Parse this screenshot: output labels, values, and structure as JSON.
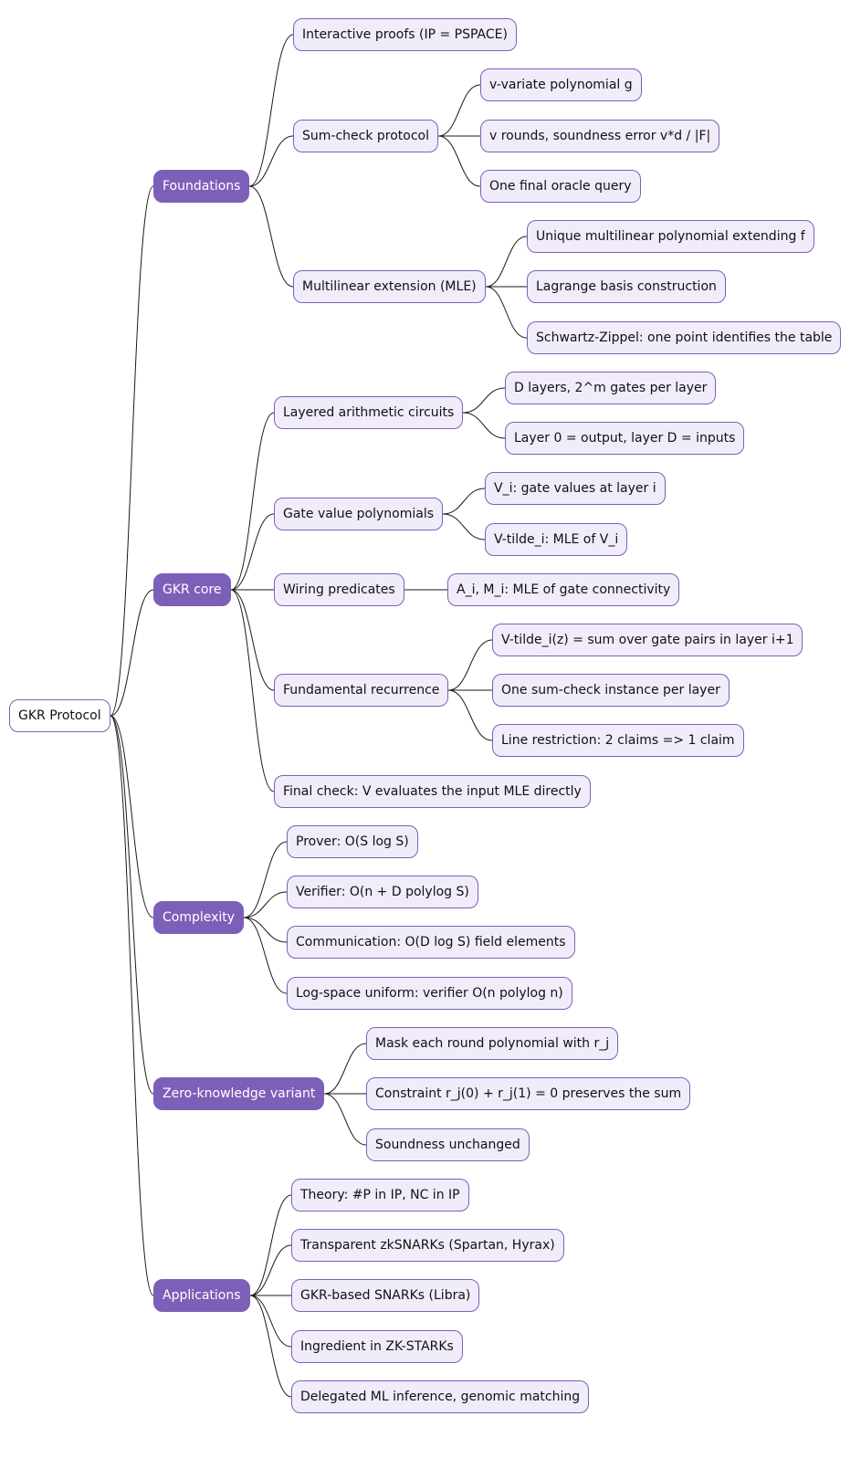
{
  "root": {
    "label": "GKR Protocol"
  },
  "branches": [
    {
      "label": "Foundations",
      "children": [
        {
          "label": "Interactive proofs (IP = PSPACE)",
          "children": []
        },
        {
          "label": "Sum-check protocol",
          "children": [
            {
              "label": "v-variate polynomial g"
            },
            {
              "label": "v rounds, soundness error v*d / |F|"
            },
            {
              "label": "One final oracle query"
            }
          ]
        },
        {
          "label": "Multilinear extension (MLE)",
          "children": [
            {
              "label": "Unique multilinear polynomial extending f"
            },
            {
              "label": "Lagrange basis construction"
            },
            {
              "label": "Schwartz-Zippel: one point identifies the table"
            }
          ]
        }
      ]
    },
    {
      "label": "GKR core",
      "children": [
        {
          "label": "Layered arithmetic circuits",
          "children": [
            {
              "label": "D layers, 2^m gates per layer"
            },
            {
              "label": "Layer 0 = output, layer D = inputs"
            }
          ]
        },
        {
          "label": "Gate value polynomials",
          "children": [
            {
              "label": "V_i: gate values at layer i"
            },
            {
              "label": "V-tilde_i: MLE of V_i"
            }
          ]
        },
        {
          "label": "Wiring predicates",
          "children": [
            {
              "label": "A_i, M_i: MLE of gate connectivity"
            }
          ]
        },
        {
          "label": "Fundamental recurrence",
          "children": [
            {
              "label": "V-tilde_i(z) = sum over gate pairs in layer i+1"
            },
            {
              "label": "One sum-check instance per layer"
            },
            {
              "label": "Line restriction: 2 claims => 1 claim"
            }
          ]
        },
        {
          "label": "Final check: V evaluates the input MLE directly",
          "children": []
        }
      ]
    },
    {
      "label": "Complexity",
      "children": [
        {
          "label": "Prover: O(S log S)",
          "children": []
        },
        {
          "label": "Verifier: O(n + D polylog S)",
          "children": []
        },
        {
          "label": "Communication: O(D log S) field elements",
          "children": []
        },
        {
          "label": "Log-space uniform: verifier O(n polylog n)",
          "children": []
        }
      ]
    },
    {
      "label": "Zero-knowledge variant",
      "children": [
        {
          "label": "Mask each round polynomial with r_j",
          "children": []
        },
        {
          "label": "Constraint r_j(0) + r_j(1) = 0 preserves the sum",
          "children": []
        },
        {
          "label": "Soundness unchanged",
          "children": []
        }
      ]
    },
    {
      "label": "Applications",
      "children": [
        {
          "label": "Theory: #P in IP, NC in IP",
          "children": []
        },
        {
          "label": "Transparent zkSNARKs (Spartan, Hyrax)",
          "children": []
        },
        {
          "label": "GKR-based SNARKs (Libra)",
          "children": []
        },
        {
          "label": "Ingredient in ZK-STARKs",
          "children": []
        },
        {
          "label": "Delegated ML inference, genomic matching",
          "children": []
        }
      ]
    }
  ]
}
